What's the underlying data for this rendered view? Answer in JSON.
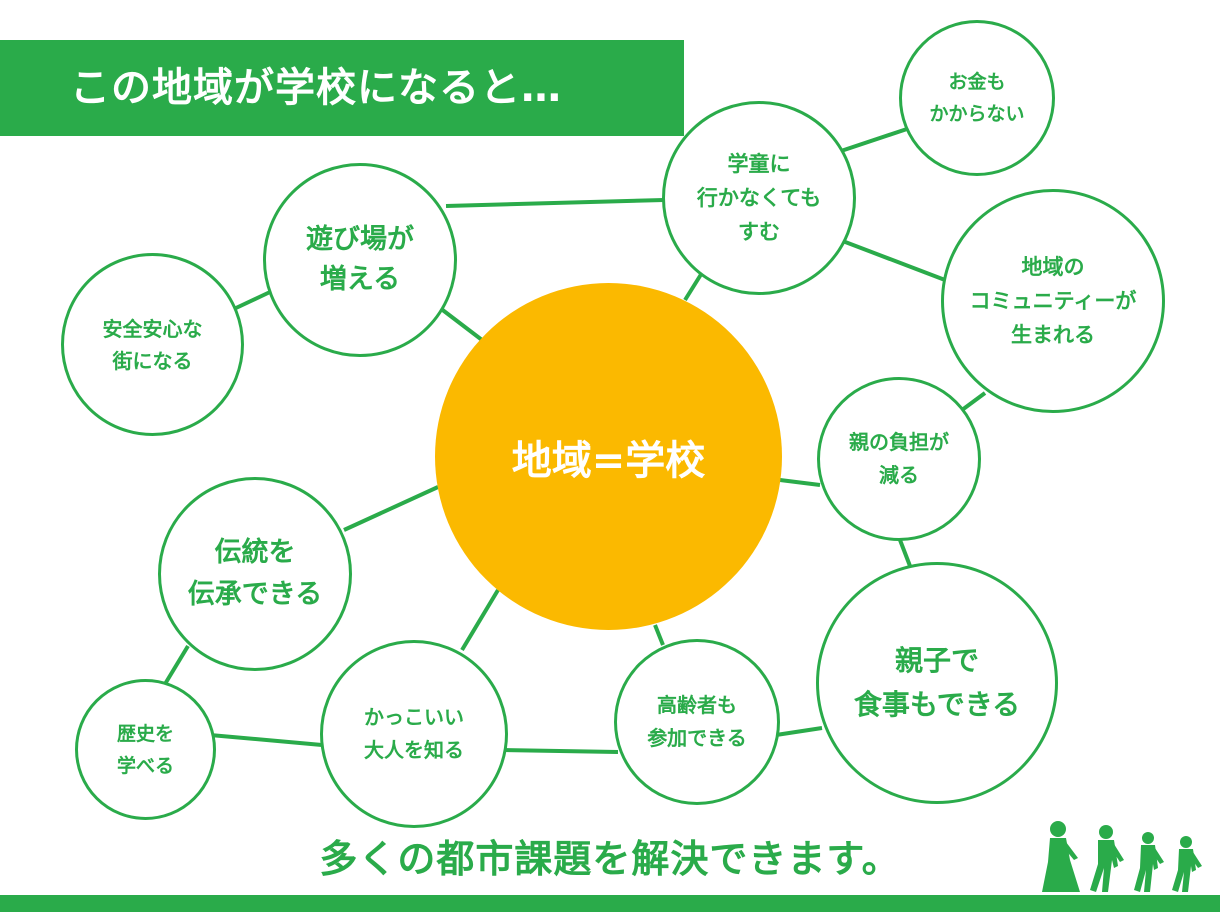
{
  "header": {
    "title": "この地域が学校になると…"
  },
  "center": {
    "label": "地域=学校"
  },
  "nodes": {
    "okane": "お金も\nかからない",
    "gakudou": "学童に\n行かなくても\nすむ",
    "asobiba": "遊び場が\n増える",
    "anzen": "安全安心な\n街になる",
    "community": "地域の\nコミュニティーが\n生まれる",
    "oya": "親の負担が\n減る",
    "dentou": "伝統を\n伝承できる",
    "shokuji": "親子で\n食事もできる",
    "koureisha": "高齢者も\n参加できる",
    "otona": "かっこいい\n大人を知る",
    "rekishi": "歴史を\n学べる"
  },
  "footer": {
    "message": "多くの都市課題を解決できます。"
  },
  "colors": {
    "green": "#2aab4a",
    "yellow": "#fbb900",
    "white": "#ffffff"
  },
  "decoration": {
    "icon": "walking-children-silhouette-icon"
  }
}
